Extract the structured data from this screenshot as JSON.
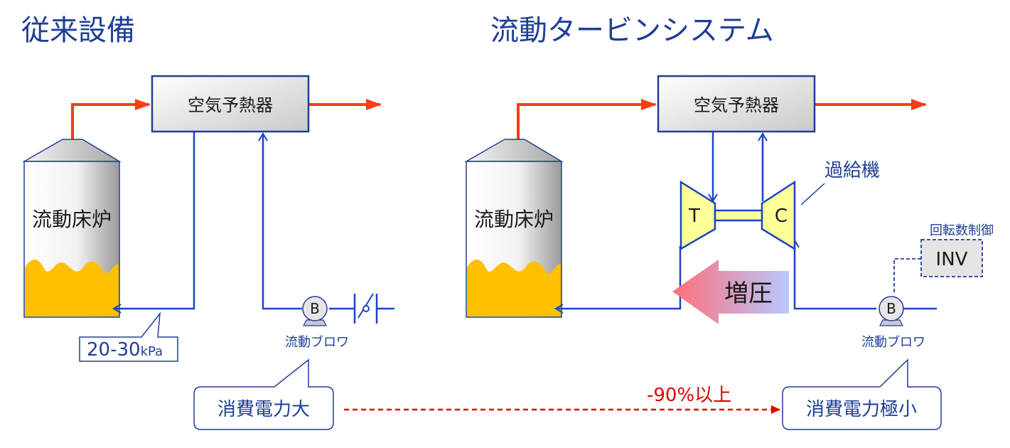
{
  "left": {
    "title": "従来設備",
    "air_preheater": "空気予熱器",
    "furnace": "流動床炉",
    "pump_letter": "B",
    "pump_label": "流動ブロワ",
    "pressure_label": "20-30",
    "pressure_unit": "kPa",
    "callout": "消費電力大"
  },
  "right": {
    "title": "流動タービンシステム",
    "air_preheater": "空気予熱器",
    "furnace": "流動床炉",
    "turbocharger_label": "過給機",
    "turbine_letter": "T",
    "compressor_letter": "C",
    "inv_label": "INV",
    "rotation_control": "回転数制御",
    "boost_label": "増圧",
    "pump_letter": "B",
    "pump_label": "流動ブロワ",
    "callout": "消費電力極小"
  },
  "comparison": {
    "reduction": "-90%以上"
  },
  "colors": {
    "title_blue": "#1f3e96",
    "line_blue": "#1a44c4",
    "exhaust_red": "#ff3b16",
    "bed_yellow": "#ffc000",
    "turbo_yellow": "#ffff99",
    "dash_red": "#e00000"
  }
}
